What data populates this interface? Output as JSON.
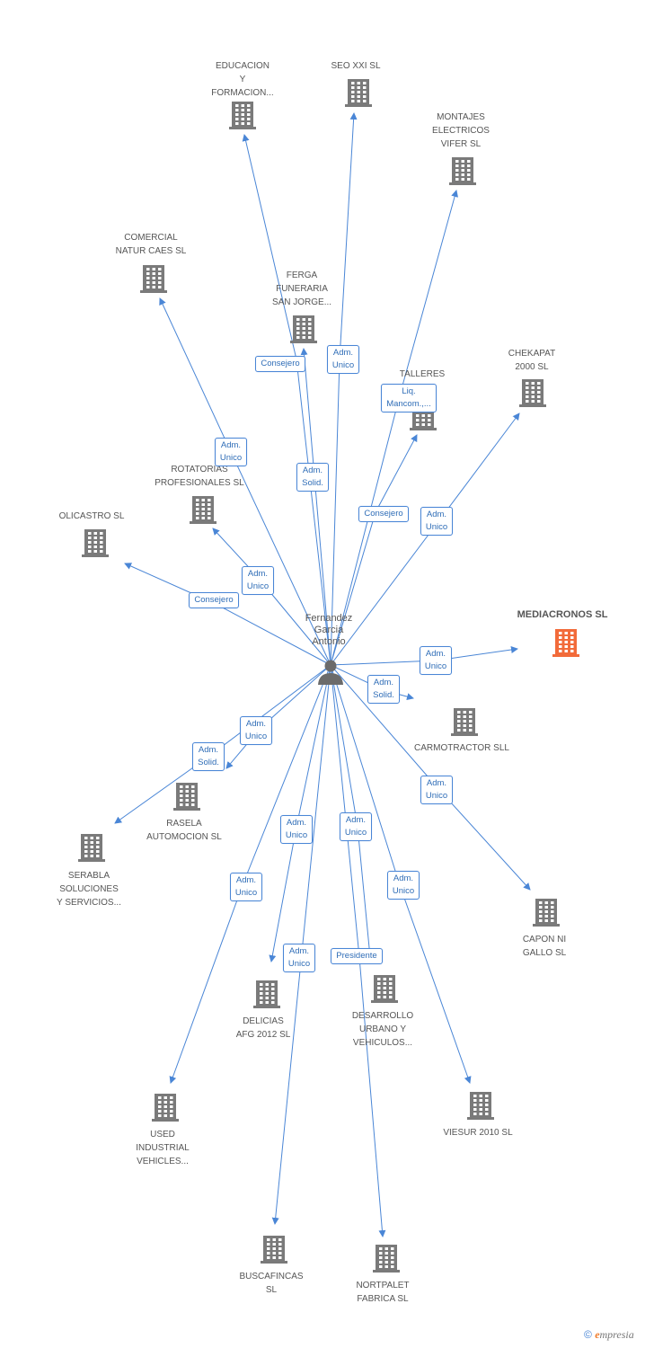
{
  "colors": {
    "edge": "#4a86d6",
    "building": "#7a7a7a",
    "highlight": "#f26b3a",
    "person": "#6b6b6b"
  },
  "person": {
    "label": "Fernandez\nGarcia\nAntonio",
    "icon": "person-icon"
  },
  "nodes": [
    {
      "id": "educacion",
      "label": "EDUCACION\nY\nFORMACION..."
    },
    {
      "id": "seo",
      "label": "SEO XXI SL"
    },
    {
      "id": "montajes",
      "label": "MONTAJES\nELECTRICOS\nVIFER SL"
    },
    {
      "id": "comercial",
      "label": "COMERCIAL\nNATUR CAES SL"
    },
    {
      "id": "ferga",
      "label": "FERGA\nFUNERARIA\nSAN JORGE..."
    },
    {
      "id": "talleres",
      "label": "TALLERES\nSA"
    },
    {
      "id": "chekapat",
      "label": "CHEKAPAT\n2000 SL"
    },
    {
      "id": "rotatorias",
      "label": "ROTATORIAS\nPROFESIONALES SL"
    },
    {
      "id": "olicastro",
      "label": "OLICASTRO  SL"
    },
    {
      "id": "mediacronos",
      "label": "MEDIACRONOS SL",
      "highlight": true
    },
    {
      "id": "carmotractor",
      "label": "CARMOTRACTOR SLL"
    },
    {
      "id": "rasela",
      "label": "RASELA\nAUTOMOCION SL"
    },
    {
      "id": "serabla",
      "label": "SERABLA\nSOLUCIONES\nY SERVICIOS..."
    },
    {
      "id": "capon",
      "label": "CAPON NI\nGALLO  SL"
    },
    {
      "id": "delicias",
      "label": "DELICIAS\nAFG 2012 SL"
    },
    {
      "id": "desarrollo",
      "label": "DESARROLLO\nURBANO Y\nVEHICULOS..."
    },
    {
      "id": "used",
      "label": "USED\nINDUSTRIAL\nVEHICLES..."
    },
    {
      "id": "viesur",
      "label": "VIESUR 2010 SL"
    },
    {
      "id": "buscafincas",
      "label": "BUSCAFINCAS\nSL"
    },
    {
      "id": "nortpalet",
      "label": "NORTPALET\nFABRICA SL"
    }
  ],
  "edges": [
    {
      "to": "educacion",
      "label": "Consejero"
    },
    {
      "to": "seo",
      "label": "Adm.\nUnico"
    },
    {
      "to": "montajes",
      "label": "Liq.\nMancom.,..."
    },
    {
      "to": "comercial",
      "label": "Adm.\nUnico"
    },
    {
      "to": "ferga",
      "label": "Adm.\nSolid."
    },
    {
      "to": "talleres",
      "label": "Consejero"
    },
    {
      "to": "chekapat",
      "label": "Adm.\nUnico"
    },
    {
      "to": "rotatorias",
      "label": "Adm.\nUnico"
    },
    {
      "to": "olicastro",
      "label": "Consejero"
    },
    {
      "to": "mediacronos",
      "label": "Adm.\nUnico"
    },
    {
      "to": "carmotractor",
      "label": "Adm.\nSolid."
    },
    {
      "to": "rasela",
      "label": "Adm.\nUnico"
    },
    {
      "to": "serabla",
      "label": "Adm.\nSolid."
    },
    {
      "to": "capon",
      "label": "Adm.\nUnico"
    },
    {
      "to": "delicias",
      "label": "Adm.\nUnico"
    },
    {
      "to": "desarrollo",
      "label": "Adm.\nUnico"
    },
    {
      "to": "used",
      "label": "Adm.\nUnico"
    },
    {
      "to": "viesur",
      "label": "Adm.\nUnico"
    },
    {
      "to": "buscafincas",
      "label": "Adm.\nUnico"
    },
    {
      "to": "nortpalet",
      "label": "Presidente"
    }
  ],
  "footer": {
    "copyright": "©",
    "brand_initial": "e",
    "brand_rest": "mpresia"
  }
}
